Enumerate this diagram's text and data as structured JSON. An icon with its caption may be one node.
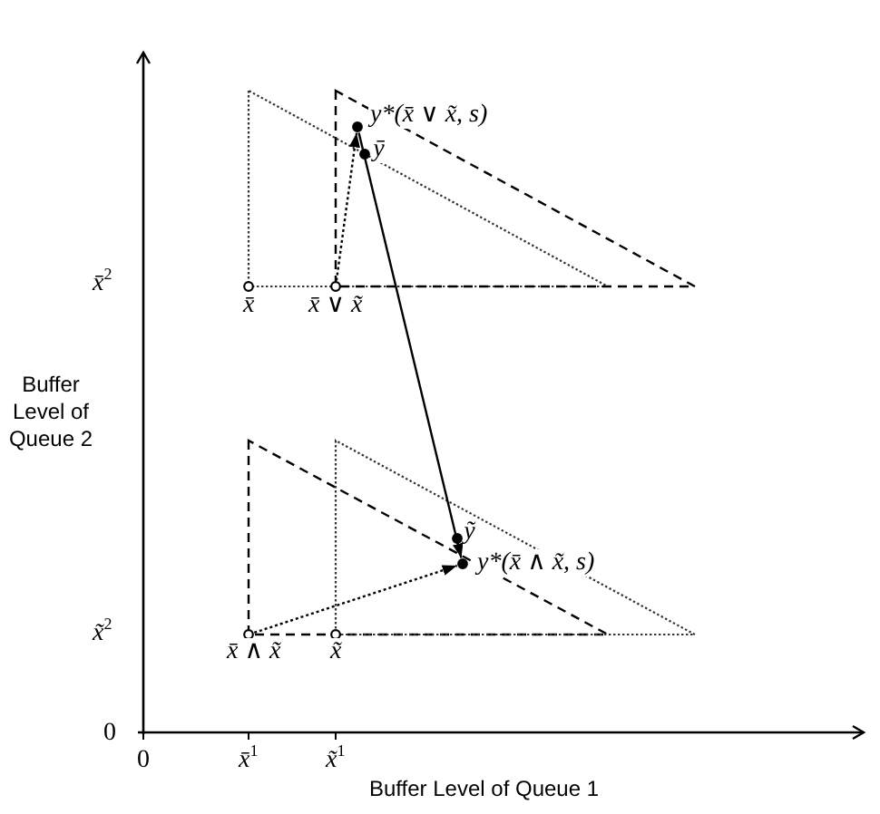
{
  "diagram": {
    "nodes": [
      {
        "text": [],
        "shape": "circle",
        "beside": [
          "y*(x̄ ∨ x̃, s)"
        ]
      },
      {
        "text": [],
        "shape": "circle",
        "beside": [
          "ȳ"
        ]
      },
      {
        "text": [],
        "shape": "circle",
        "beside": [
          "x̄"
        ]
      },
      {
        "text": [],
        "shape": "circle",
        "beside": [
          "x̄ ∨ x̃"
        ]
      },
      {
        "text": [],
        "shape": "circle",
        "beside": [
          "ỹ"
        ]
      },
      {
        "text": [],
        "shape": "circle",
        "beside": [
          "y*(x̄ ∧ x̃, s)"
        ]
      },
      {
        "text": [],
        "shape": "circle",
        "beside": [
          "x̄ ∧ x̃"
        ]
      },
      {
        "text": [],
        "shape": "circle",
        "beside": [
          "x̃"
        ]
      }
    ],
    "edges": [
      {
        "from": 3,
        "to": 0,
        "arrow": "to",
        "style": "dashed"
      },
      {
        "from": 0,
        "to": 5,
        "arrow": "to"
      },
      {
        "from": 6,
        "to": 5,
        "arrow": "to",
        "style": "dashed"
      }
    ],
    "labels": [
      "x̄$^{2}$",
      "Buffer Level of Queue 2",
      "x̃$^{2}$",
      "0",
      "0",
      "x̄$^{1}$",
      "x̃$^{1}$",
      "Buffer Level of Queue 1"
    ]
  }
}
